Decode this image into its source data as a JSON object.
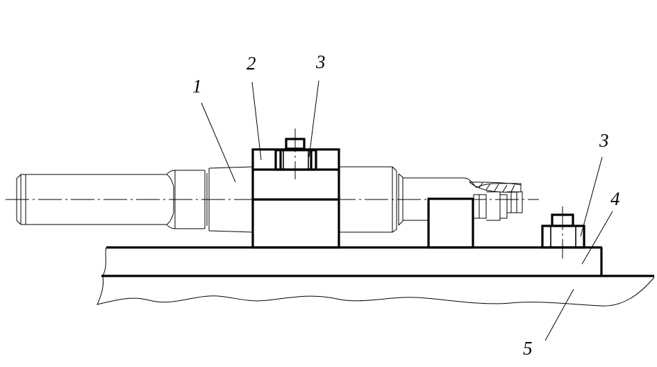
{
  "callouts": [
    {
      "id": "1",
      "text": "1"
    },
    {
      "id": "2",
      "text": "2"
    },
    {
      "id": "3a",
      "text": "3"
    },
    {
      "id": "3b",
      "text": "3"
    },
    {
      "id": "4",
      "text": "4"
    },
    {
      "id": "5",
      "text": "5"
    }
  ]
}
